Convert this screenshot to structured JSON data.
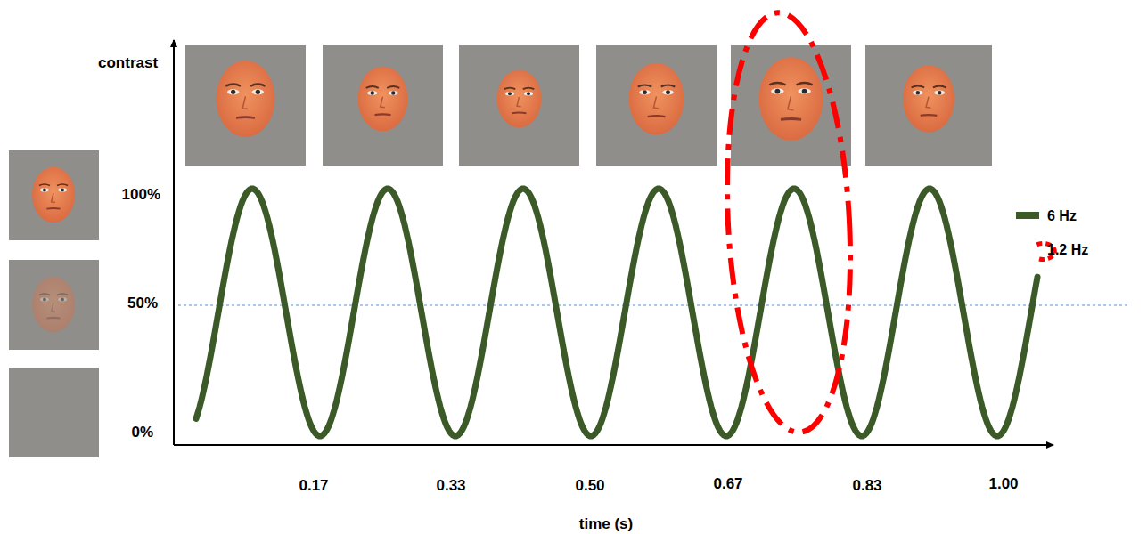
{
  "diagram": {
    "labels": [
      "contrast",
      "100%",
      "50%",
      "0%",
      "0.17",
      "0.33",
      "0.50",
      "0.67",
      "0.83",
      "1.00",
      "time (s)"
    ],
    "legend": [
      {
        "text": "6 Hz",
        "color": "#3b5a27"
      },
      {
        "text": "1.2 Hz"
      }
    ]
  }
}
